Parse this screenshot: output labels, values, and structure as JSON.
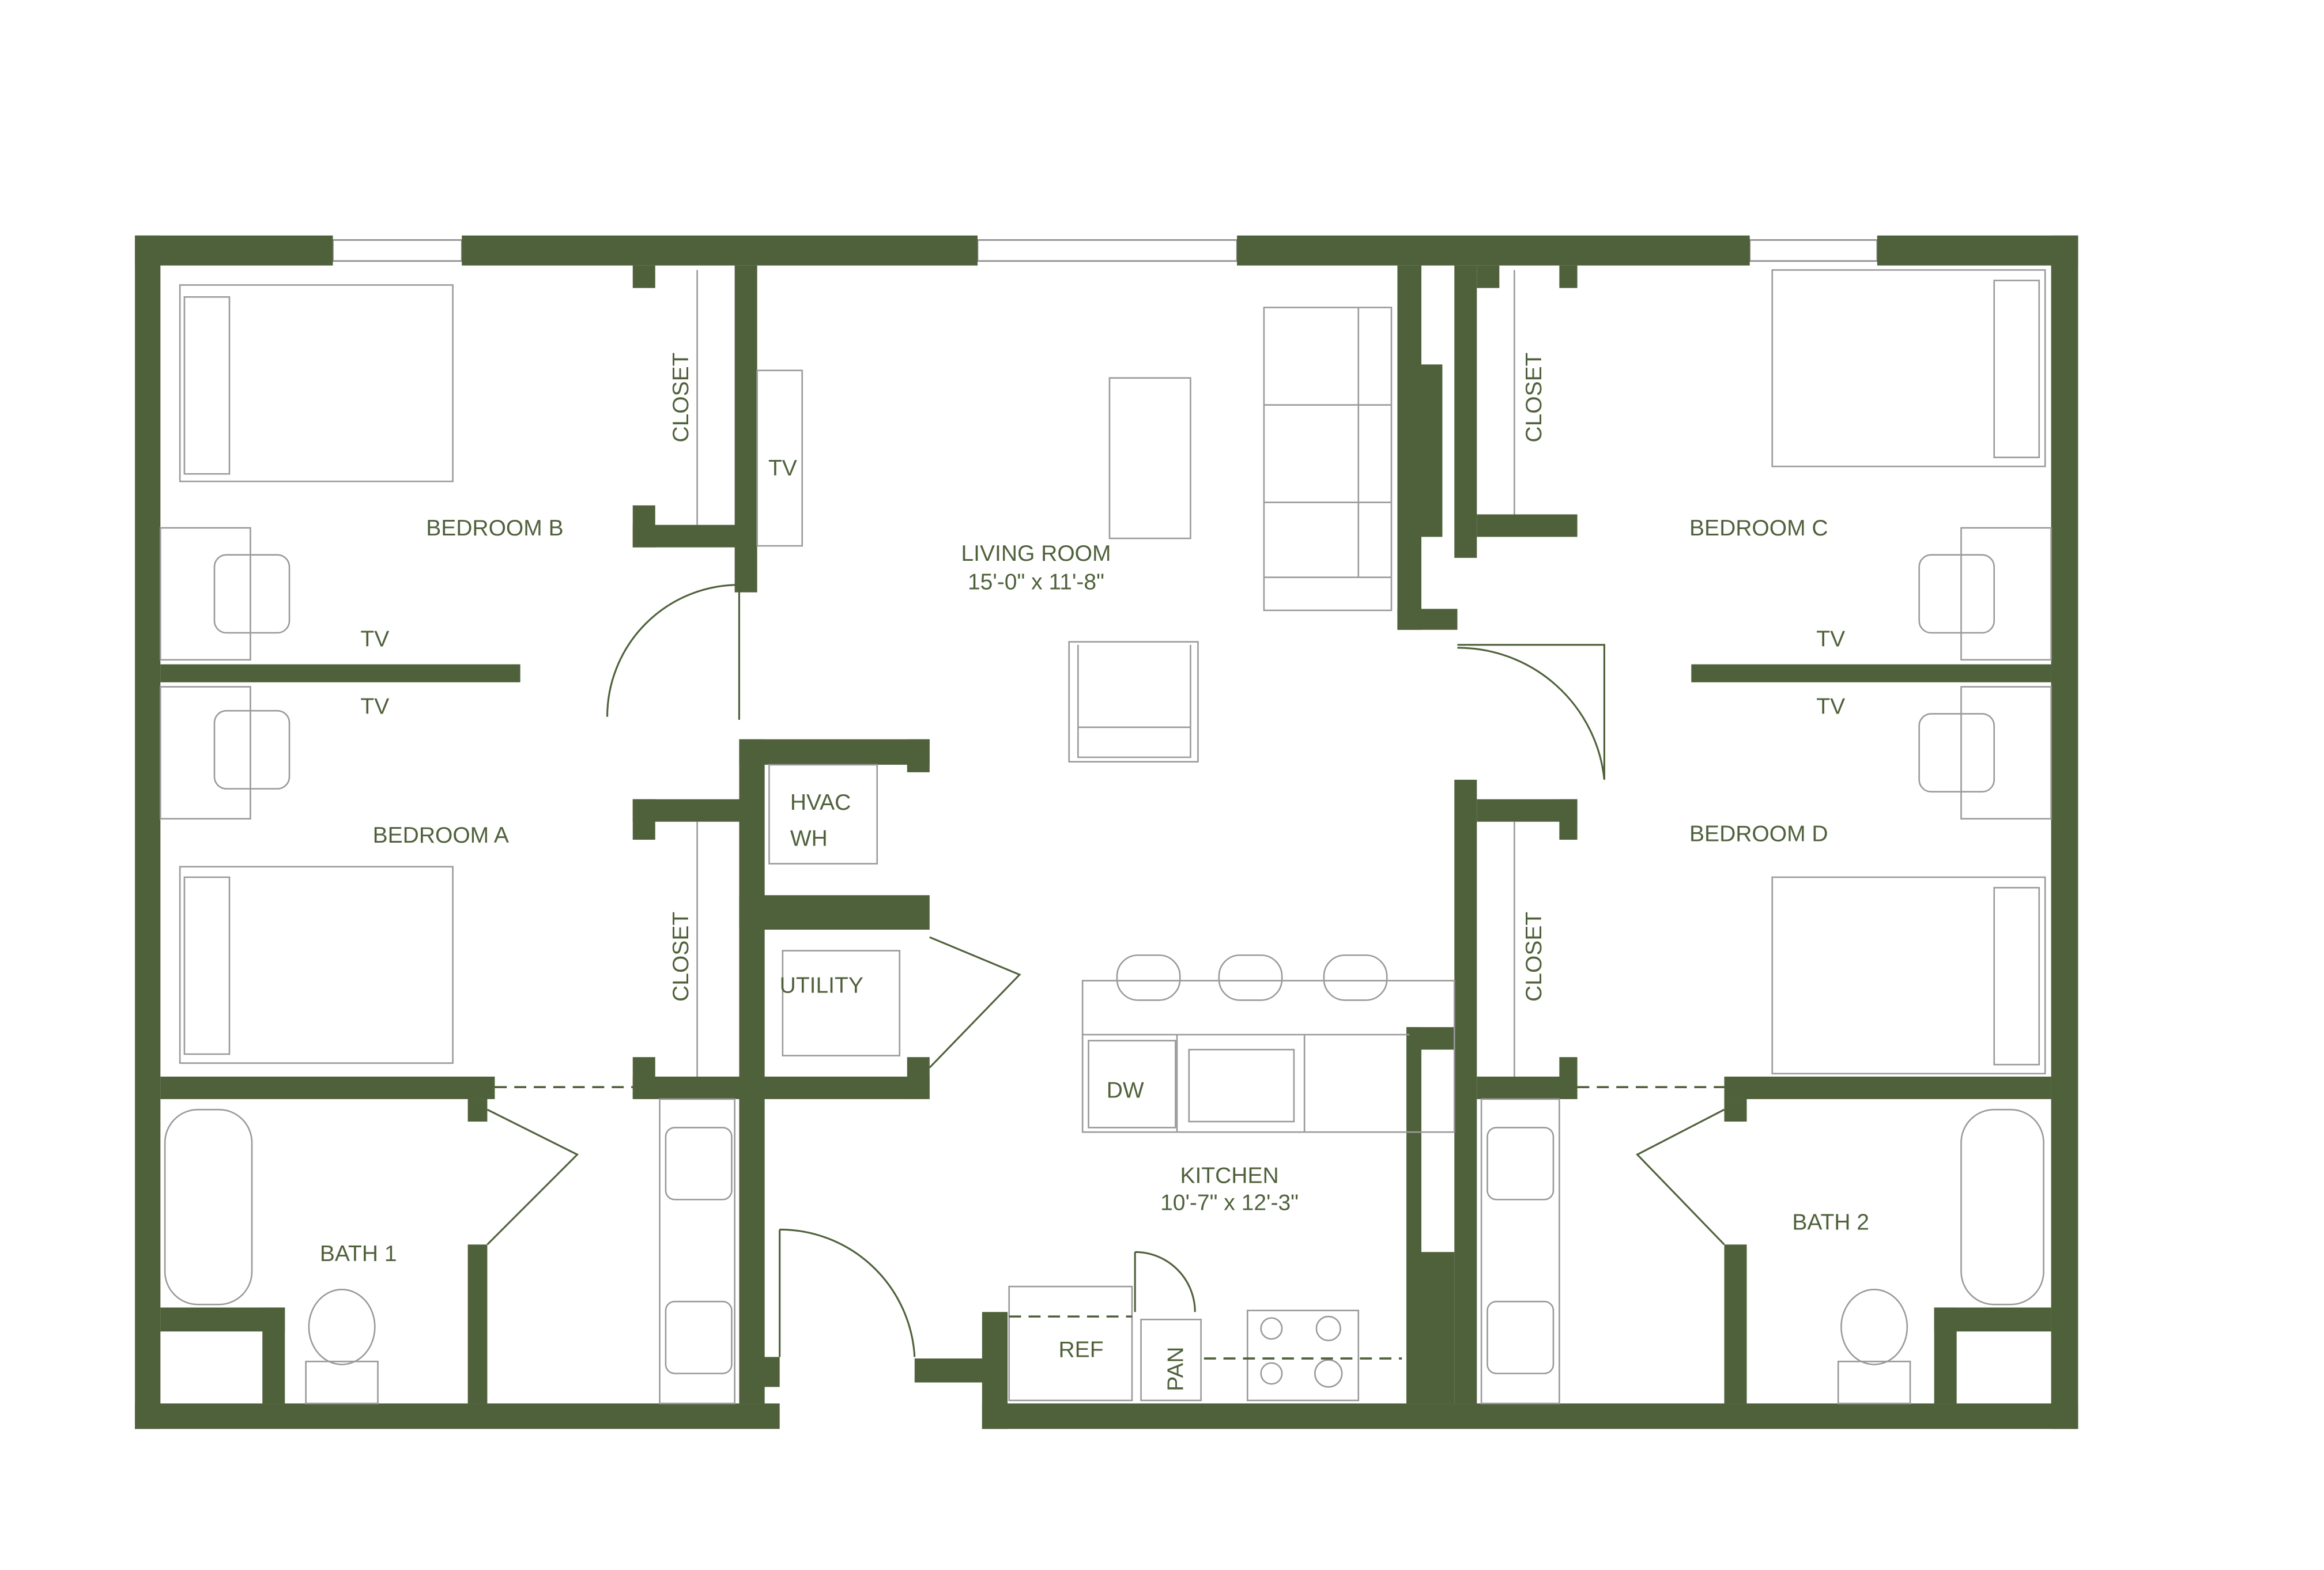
{
  "rooms": {
    "bedroom_b": "BEDROOM B",
    "bedroom_a": "BEDROOM A",
    "bedroom_c": "BEDROOM C",
    "bedroom_d": "BEDROOM D",
    "living_room": "LIVING ROOM",
    "living_room_dims": "15'-0\" x 11'-8\"",
    "kitchen": "KITCHEN",
    "kitchen_dims": "10'-7\" x 12'-3\"",
    "bath_1": "BATH 1",
    "bath_2": "BATH 2",
    "hvac": "HVAC",
    "wh": "WH",
    "utility": "UTILITY"
  },
  "closets": [
    "CLOSET",
    "CLOSET",
    "CLOSET",
    "CLOSET"
  ],
  "tv_labels": [
    "TV",
    "TV",
    "TV",
    "TV",
    "TV",
    "TV"
  ],
  "appliances": {
    "dw": "DW",
    "ref": "REF",
    "pan": "PAN"
  },
  "colors": {
    "wall": "#4f613b",
    "fixture": "#9a9a9a"
  }
}
